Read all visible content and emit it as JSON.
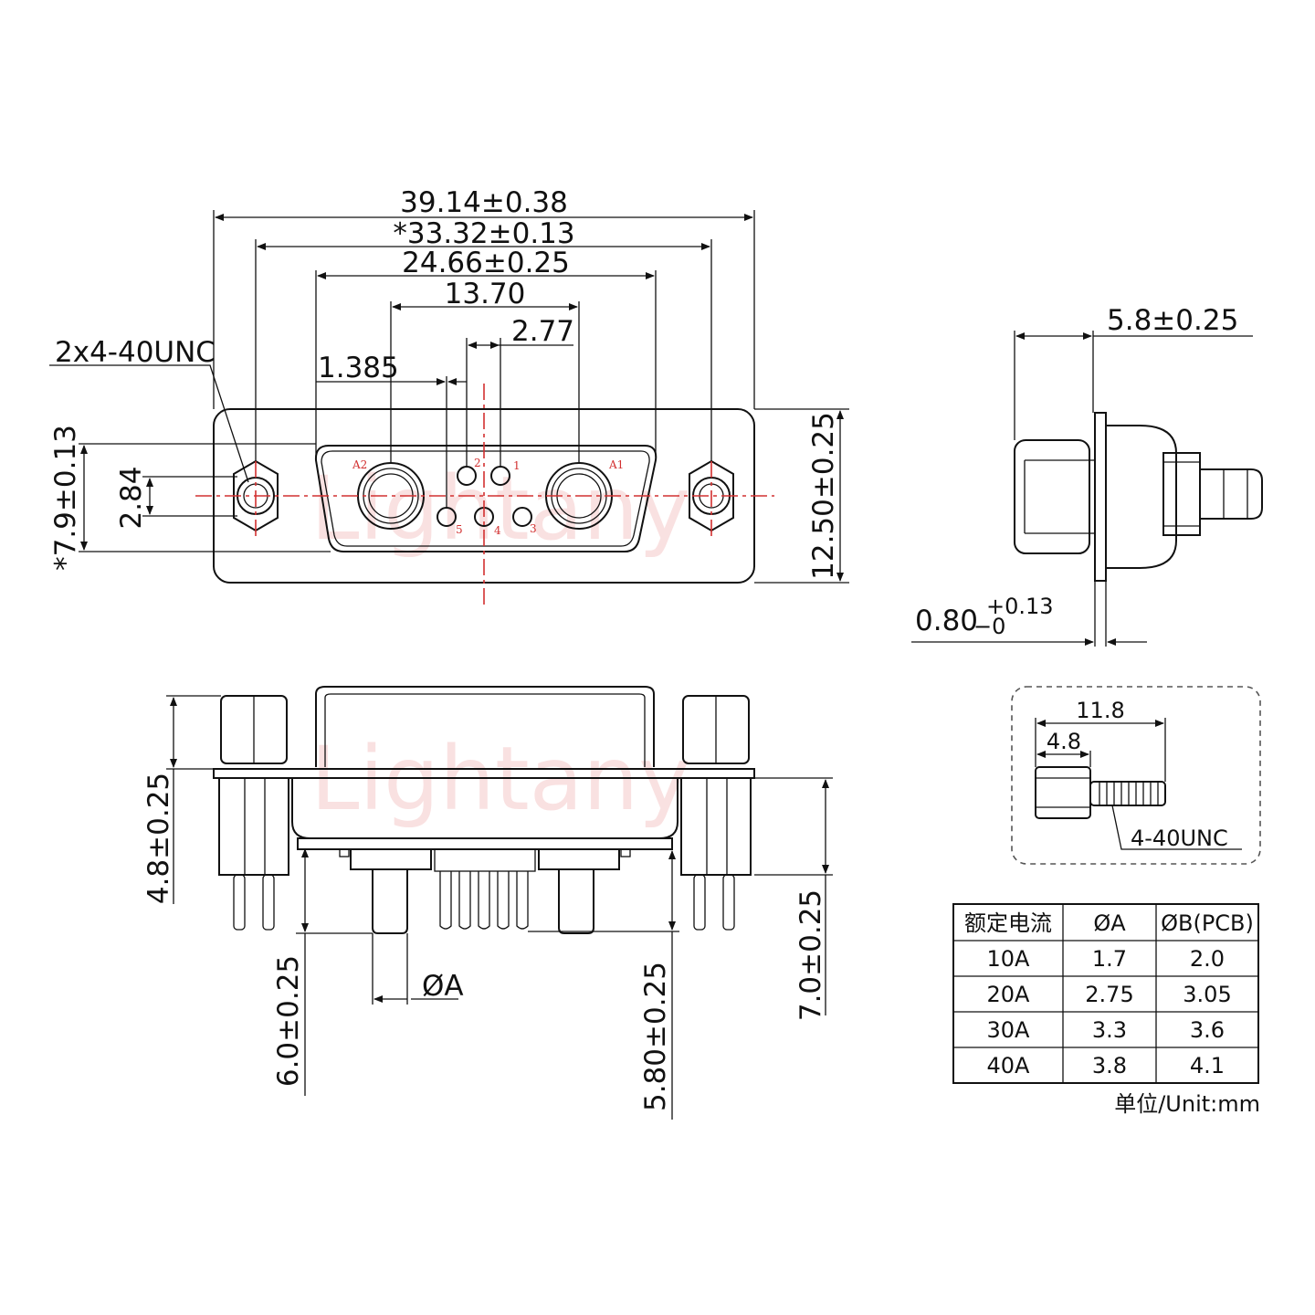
{
  "front_view": {
    "dim_overall": "39.14±0.38",
    "dim_mount": "*33.32±0.13",
    "dim_shell": "24.66±0.25",
    "dim_power_pitch": "13.70",
    "dim_signal_pitch": "2.77",
    "dim_offset": "1.385",
    "dim_hole": "2x4-40UNC",
    "dim_height_a": "*7.9±0.13",
    "dim_height_b": "2.84",
    "dim_flange_height": "12.50±0.25",
    "pin_labels": [
      "A2",
      "A1",
      "1",
      "2",
      "3",
      "4",
      "5"
    ]
  },
  "side_view": {
    "dim_depth": "5.8±0.25",
    "dim_flange_thickness": "0.80",
    "tol_upper": "+0.13",
    "tol_lower": "−0"
  },
  "bottom_view": {
    "dim_standoff": "4.8±0.25",
    "dim_power_pin": "6.0±0.25",
    "dim_pin_dia": "ØA",
    "dim_signal_pin": "5.80±0.25",
    "dim_total": "7.0±0.25"
  },
  "screw_detail": {
    "dim_length": "11.8",
    "dim_head": "4.8",
    "thread": "4-40UNC"
  },
  "watermark": "Lightany",
  "spec_table": {
    "headers": [
      "额定电流",
      "ØA",
      "ØB(PCB)"
    ],
    "rows": [
      [
        "10A",
        "1.7",
        "2.0"
      ],
      [
        "20A",
        "2.75",
        "3.05"
      ],
      [
        "30A",
        "3.3",
        "3.6"
      ],
      [
        "40A",
        "3.8",
        "4.1"
      ]
    ]
  },
  "unit_note": "单位/Unit:mm"
}
